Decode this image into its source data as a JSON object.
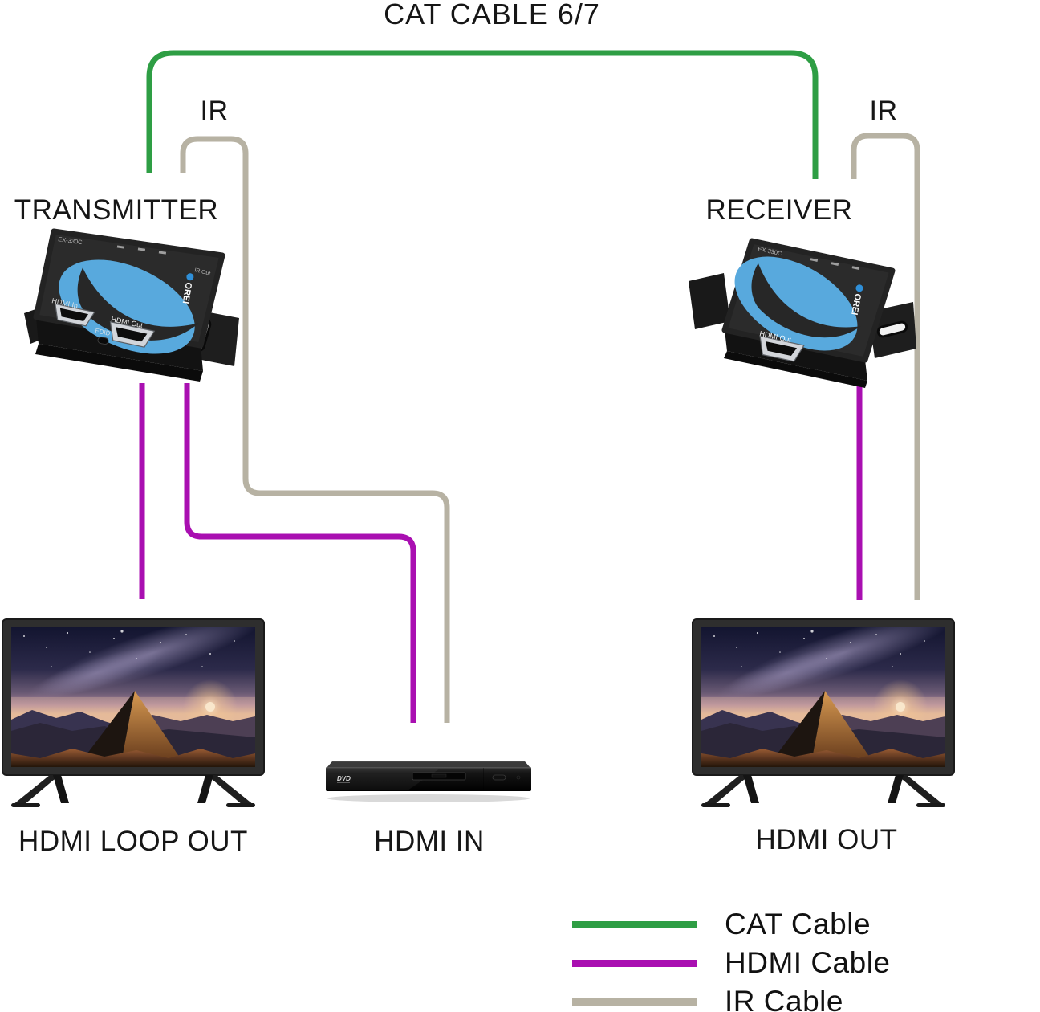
{
  "title": "CAT CABLE 6/7",
  "colors": {
    "cat_cable": "#2E9E44",
    "hdmi_cable": "#A90FB1",
    "ir_cable": "#B7B2A3",
    "text": "#161616",
    "sticker_blue": "#58A9DD"
  },
  "nodes": {
    "transmitter_label": "TRANSMITTER",
    "receiver_label": "RECEIVER",
    "ir_left": "IR",
    "ir_right": "IR",
    "hdmi_loop_out": "HDMI LOOP OUT",
    "hdmi_in": "HDMI IN",
    "hdmi_out": "HDMI OUT"
  },
  "transmitter": {
    "brand": "OREI",
    "model": "EX-330C",
    "edge_marking": "IR Out",
    "ports": {
      "in": "HDMI In",
      "edid": "EDID",
      "out": "HDMI Out"
    }
  },
  "receiver": {
    "brand": "OREI",
    "model": "EX-330C",
    "ports": {
      "out": "HDMI Out"
    }
  },
  "source_device": {
    "type": "dvd-player",
    "mark": "DVD"
  },
  "legend": [
    {
      "label": "CAT Cable",
      "color": "#2E9E44"
    },
    {
      "label": "HDMI Cable",
      "color": "#A90FB1"
    },
    {
      "label": "IR Cable",
      "color": "#B7B2A3"
    }
  ]
}
